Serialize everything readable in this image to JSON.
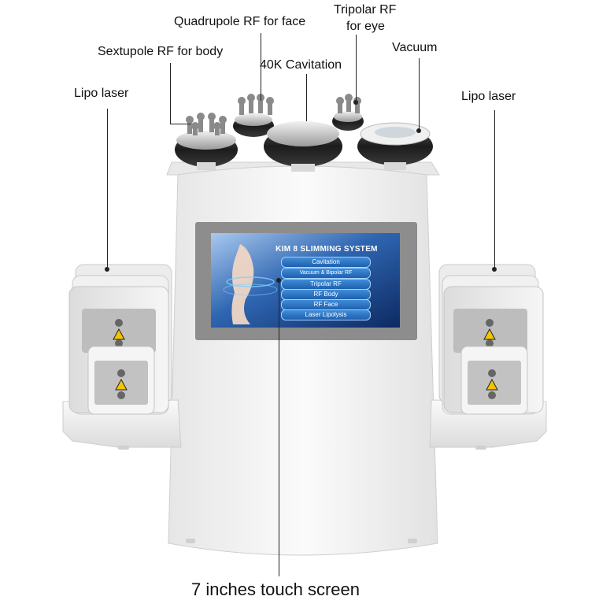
{
  "labels": {
    "quadrupole": "Quadrupole RF for face",
    "tripolar_line1": "Tripolar RF",
    "tripolar_line2": "for eye",
    "sextupole": "Sextupole RF for body",
    "cavitation": "40K Cavitation",
    "vacuum": "Vacuum",
    "lipo_left": "Lipo laser",
    "lipo_right": "Lipo laser",
    "touch_screen": "7 inches touch screen"
  },
  "screen": {
    "title": "KIM 8 SLIMMING SYSTEM",
    "menu": [
      "Cavitation",
      "Vacuum & Bipolar RF",
      "Tripolar RF",
      "RF Body",
      "RF Face",
      "Laser Lipolysis"
    ]
  },
  "colors": {
    "body": "#f3f3f3",
    "screen_frame": "#8c8c8c",
    "screen_bg": "#1d3f7a",
    "menu_button": "#2e74c4",
    "heads": "#2c2c2c"
  }
}
